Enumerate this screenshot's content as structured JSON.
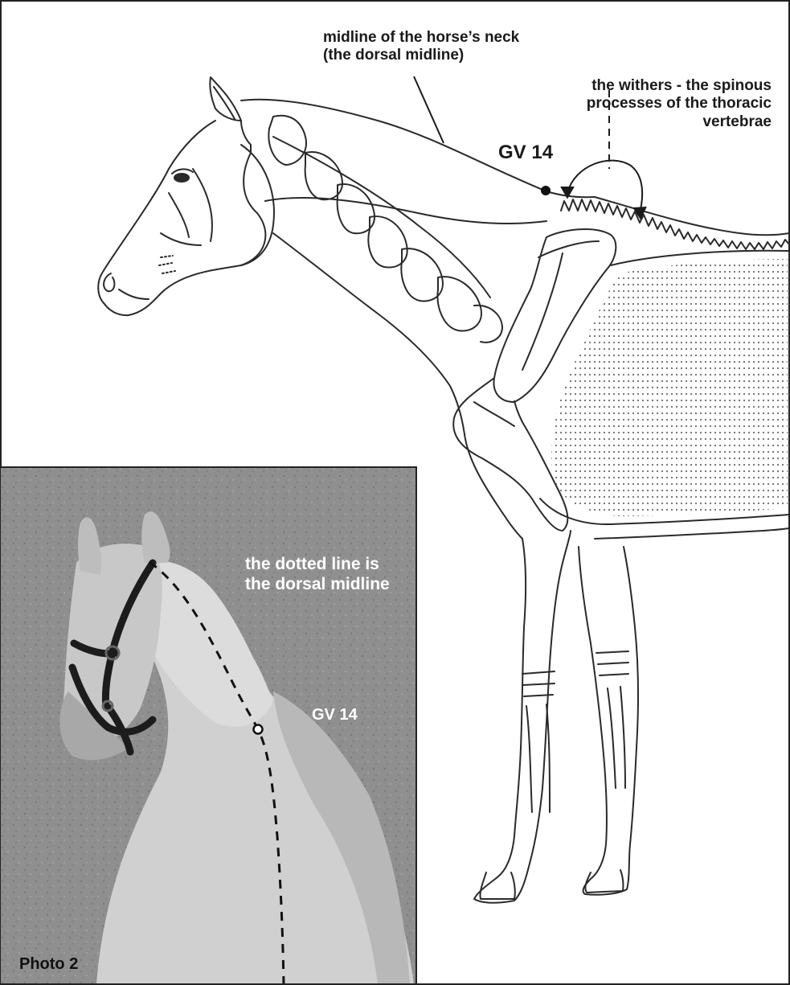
{
  "labels": {
    "neck_midline": "midline of the horse’s neck (the dorsal midline)",
    "withers": "the withers - the spinous processes of the thoracic vertebrae",
    "gv14_diagram": "GV 14",
    "dotted_line": "the dotted line is the dorsal midline",
    "gv14_photo": "GV 14",
    "photo_caption": "Photo 2"
  },
  "colors": {
    "line_art": "#2a2a2a",
    "photo_ground": "#8f8f8f",
    "horse_coat": "#d4d4d4",
    "halter": "#1c1c1c",
    "label_on_photo": "#ffffff"
  }
}
